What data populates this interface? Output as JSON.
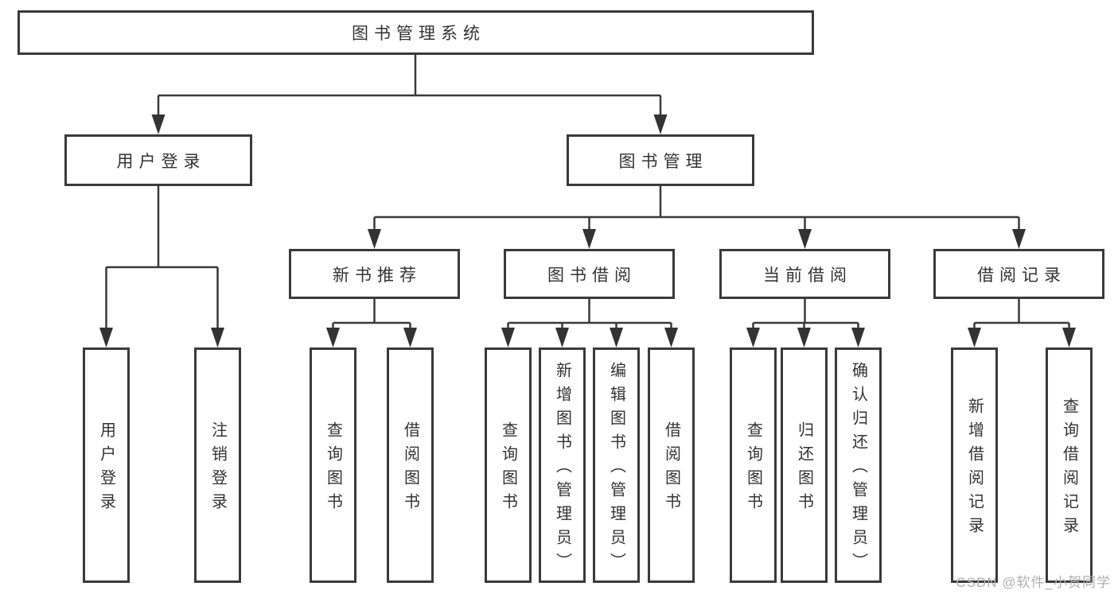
{
  "tree": {
    "label": "图书管理系统",
    "children": [
      {
        "label": "用户登录",
        "children": [
          {
            "label": "用户登录"
          },
          {
            "label": "注销登录"
          }
        ]
      },
      {
        "label": "图书管理",
        "children": [
          {
            "label": "新书推荐",
            "children": [
              {
                "label": "查询图书"
              },
              {
                "label": "借阅图书"
              }
            ]
          },
          {
            "label": "图书借阅",
            "children": [
              {
                "label": "查询图书"
              },
              {
                "label": "新增图书（管理员）"
              },
              {
                "label": "编辑图书（管理员）"
              },
              {
                "label": "借阅图书"
              }
            ]
          },
          {
            "label": "当前借阅",
            "children": [
              {
                "label": "查询图书"
              },
              {
                "label": "归还图书"
              },
              {
                "label": "确认归还（管理员）"
              }
            ]
          },
          {
            "label": "借阅记录",
            "children": [
              {
                "label": "新增借阅记录"
              },
              {
                "label": "查询借阅记录"
              }
            ]
          }
        ]
      }
    ]
  },
  "watermark": {
    "text": "CSDN @软件_小贺同学"
  },
  "colors": {
    "line": "#3a3a3a",
    "arrow": "#333333",
    "text": "#333333",
    "background": "#ffffff",
    "watermark": "#b0b0b0"
  }
}
